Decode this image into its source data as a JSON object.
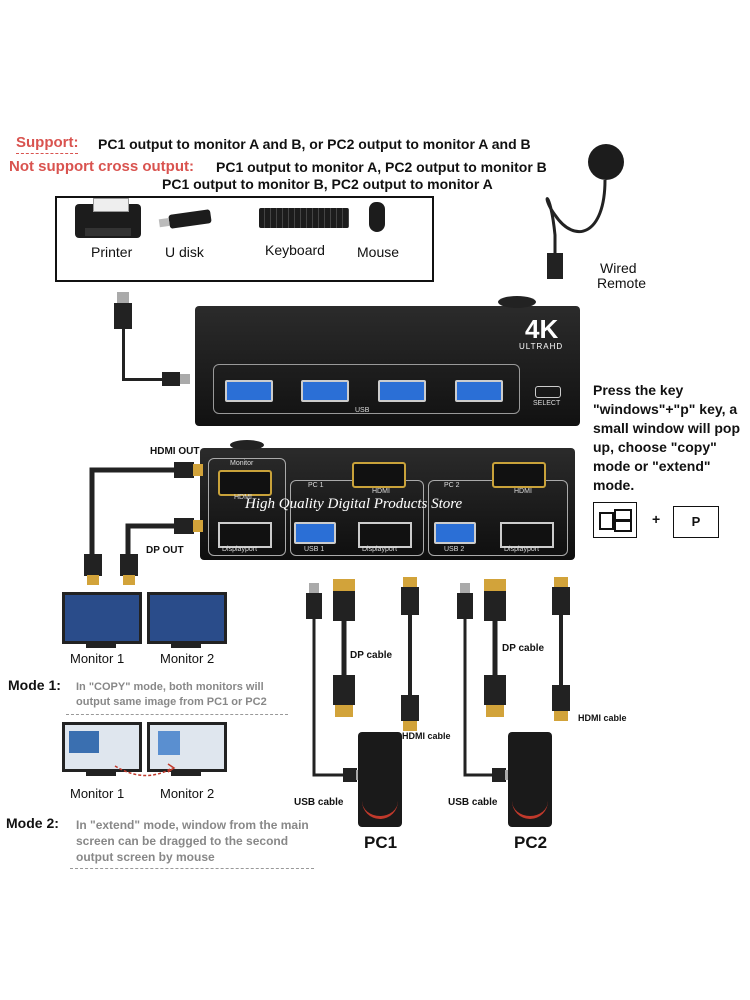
{
  "support": {
    "label": "Support:",
    "text": "PC1 output to monitor A and B, or PC2 output to monitor A and B"
  },
  "not_support": {
    "label": "Not support  cross output:",
    "line1": "PC1 output to monitor A, PC2 output to monitor B",
    "line2": "PC1 output to monitor B, PC2 output to monitor A"
  },
  "devices": {
    "printer": "Printer",
    "udisk": "U disk",
    "keyboard": "Keyboard",
    "mouse": "Mouse"
  },
  "remote": {
    "line1": "Wired",
    "line2": "Remote"
  },
  "kvm_top": {
    "badge_4k": "4K",
    "badge_ultrahd": "ULTRAHD",
    "usb_label": "USB",
    "select_label": "SELECT"
  },
  "kvm_back": {
    "monitor_label": "Monitor",
    "pc1_label": "PC 1",
    "pc2_label": "PC 2",
    "hdmi_label": "HDMI",
    "displayport_label": "Displayport",
    "usb1_label": "USB 1",
    "usb2_label": "USB 2"
  },
  "watermark": "High Quality Digital Products Store",
  "outputs": {
    "hdmi_out": "HDMI OUT",
    "dp_out": "DP OUT"
  },
  "instructions": {
    "text": "Press the key \"windows\"+\"p\" key, a small window will pop up, choose \"copy\" mode or \"extend\" mode.",
    "plus": "+",
    "p_key": "P"
  },
  "monitors": {
    "monitor1": "Monitor 1",
    "monitor2": "Monitor 2"
  },
  "mode1": {
    "label": "Mode 1:",
    "text": "In \"COPY\" mode, both monitors will output same image from PC1 or PC2"
  },
  "mode2": {
    "label": "Mode 2:",
    "text": "In \"extend\" mode, window from the main screen can be dragged to the second output screen by mouse"
  },
  "cables": {
    "dp_cable_1": "DP cable",
    "dp_cable_2": "DP cable",
    "hdmi_cable_1": "HDMI cable",
    "hdmi_cable_2": "HDMI cable",
    "usb_cable_1": "USB cable",
    "usb_cable_2": "USB cable"
  },
  "pcs": {
    "pc1": "PC1",
    "pc2": "PC2"
  },
  "colors": {
    "accent_red": "#d9534f",
    "usb_blue": "#2b6fd6",
    "hdmi_gold": "#d2a33a",
    "watermark": "#ffffff"
  }
}
